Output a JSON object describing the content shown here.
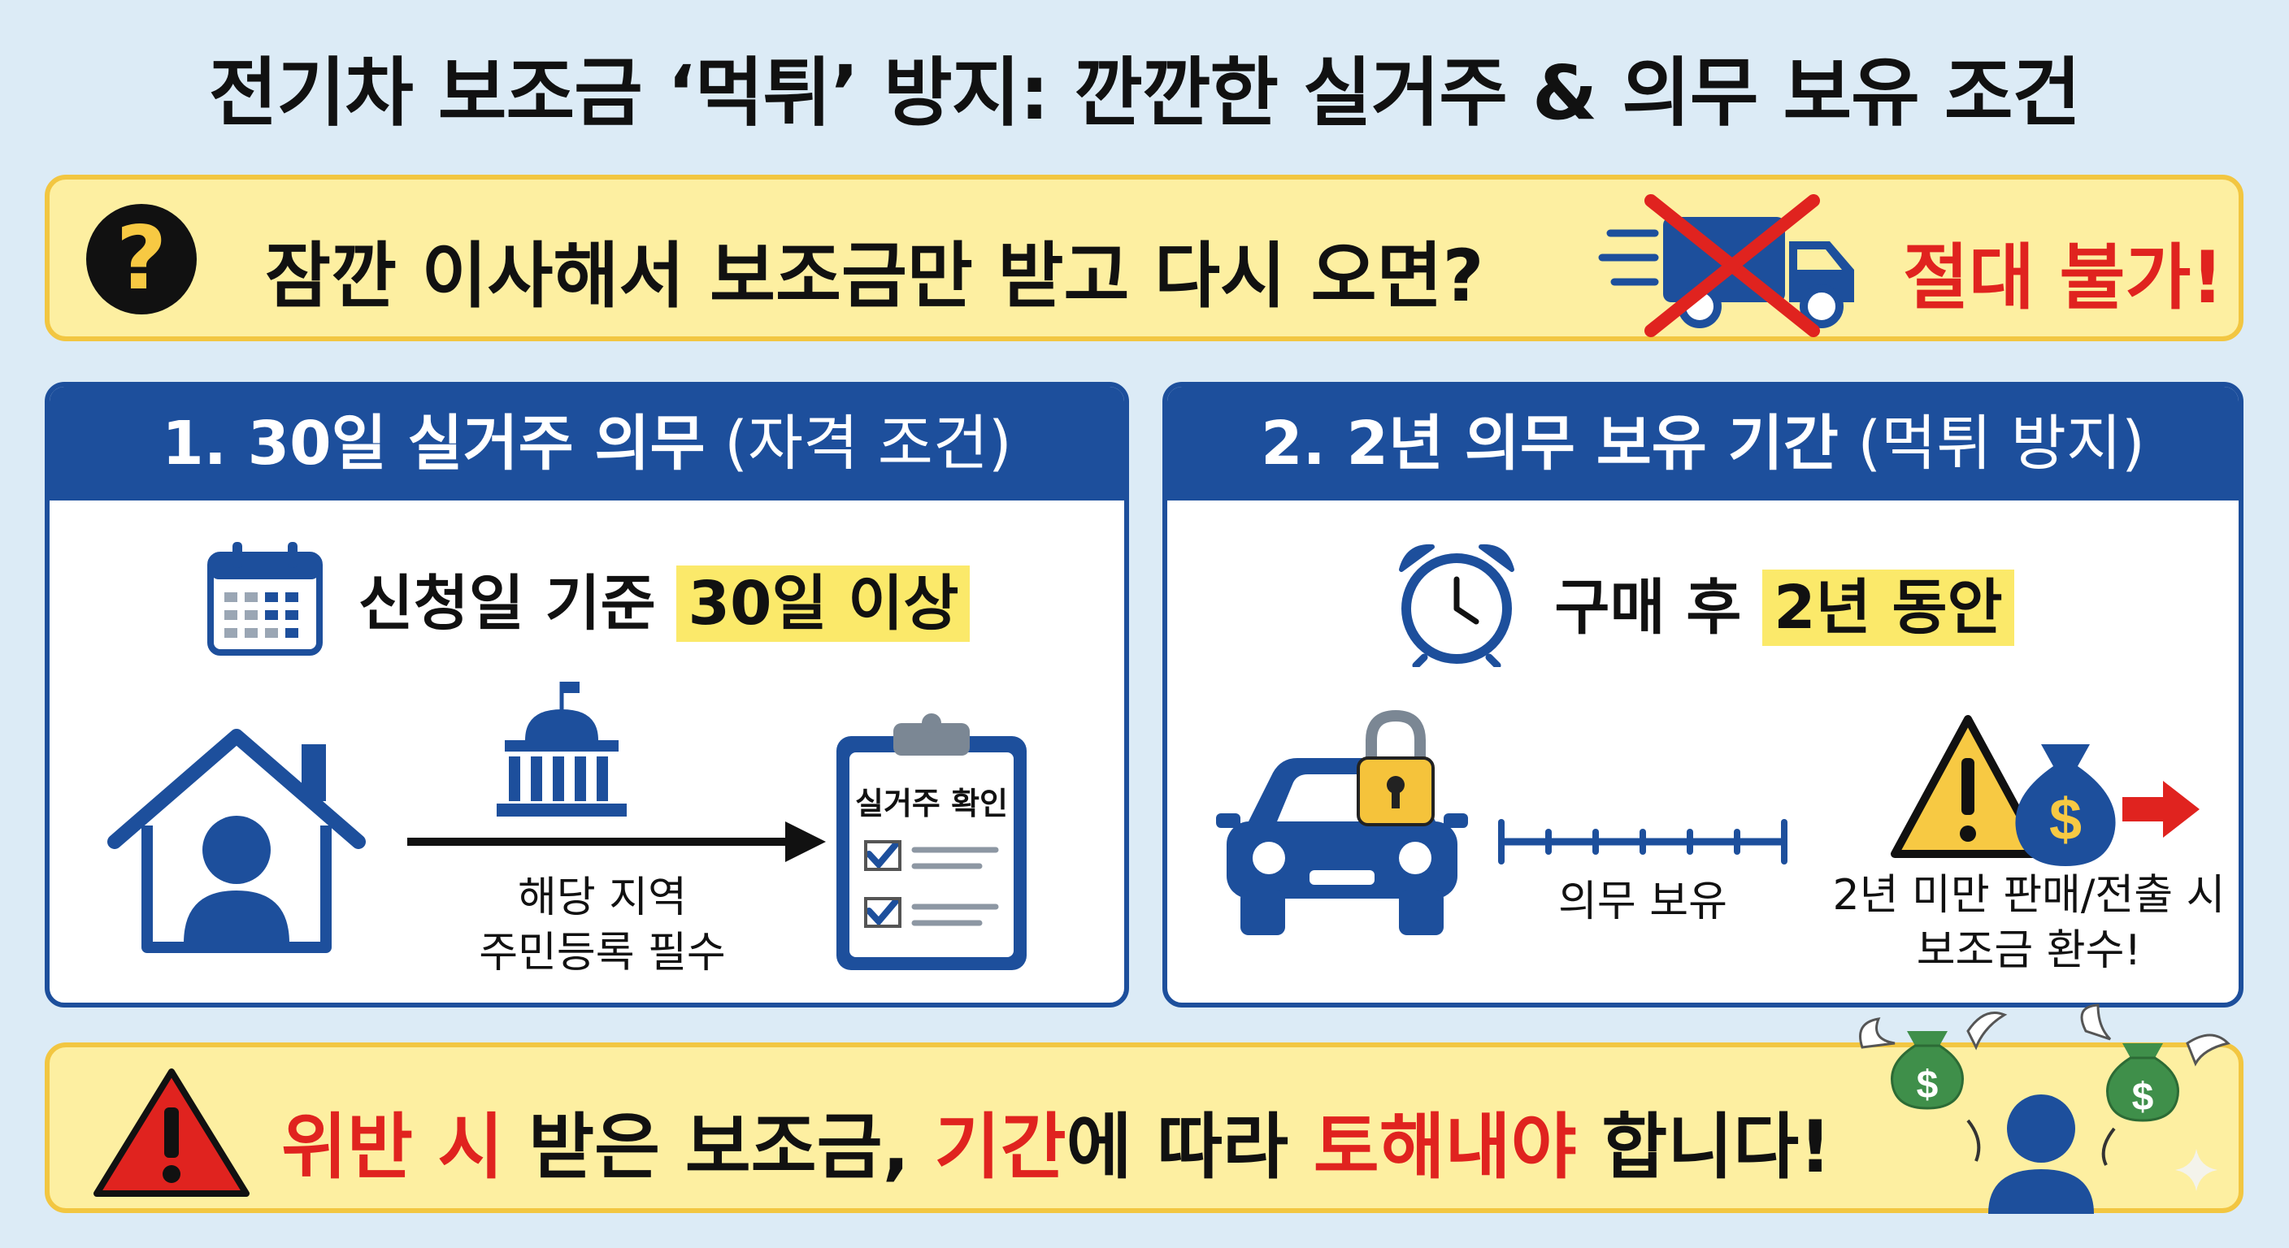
{
  "title": "전기차 보조금 ‘먹튀’ 방지: 깐깐한 실거주 & 의무 보유 조건",
  "question": {
    "icon": "question-icon",
    "text": "잠깐 이사해서 보조금만 받고 다시 오면?",
    "verdict": "절대 불가!"
  },
  "panel1": {
    "heading_main": "1. 30일 실거주 의무",
    "heading_sub": "(자격 조건)",
    "key_prefix": "신청일 기준 ",
    "key_highlight": "30일 이상",
    "caption_line1": "해당 지역",
    "caption_line2": "주민등록 필수",
    "clipboard_label": "실거주 확인"
  },
  "panel2": {
    "heading_main": "2. 2년 의무 보유 기간",
    "heading_sub": "(먹튀 방지)",
    "key_prefix": "구매 후 ",
    "key_highlight": "2년 동안",
    "timeline_label": "의무 보유",
    "warning_line1": "2년 미만 판매/전출 시",
    "warning_line2": "보조금 환수!"
  },
  "warning_banner": {
    "part1": "위반 시",
    "part2": " 받은 보조금, ",
    "part3": "기간",
    "part4": "에 따라 ",
    "part5": "토해내야",
    "part6": " 합니다!"
  },
  "colors": {
    "navy": "#1d4f9c",
    "yellow_bg": "#fdefa1",
    "red": "#e0231f",
    "highlight": "#fbe96a",
    "money_green": "#3f8f4a"
  }
}
